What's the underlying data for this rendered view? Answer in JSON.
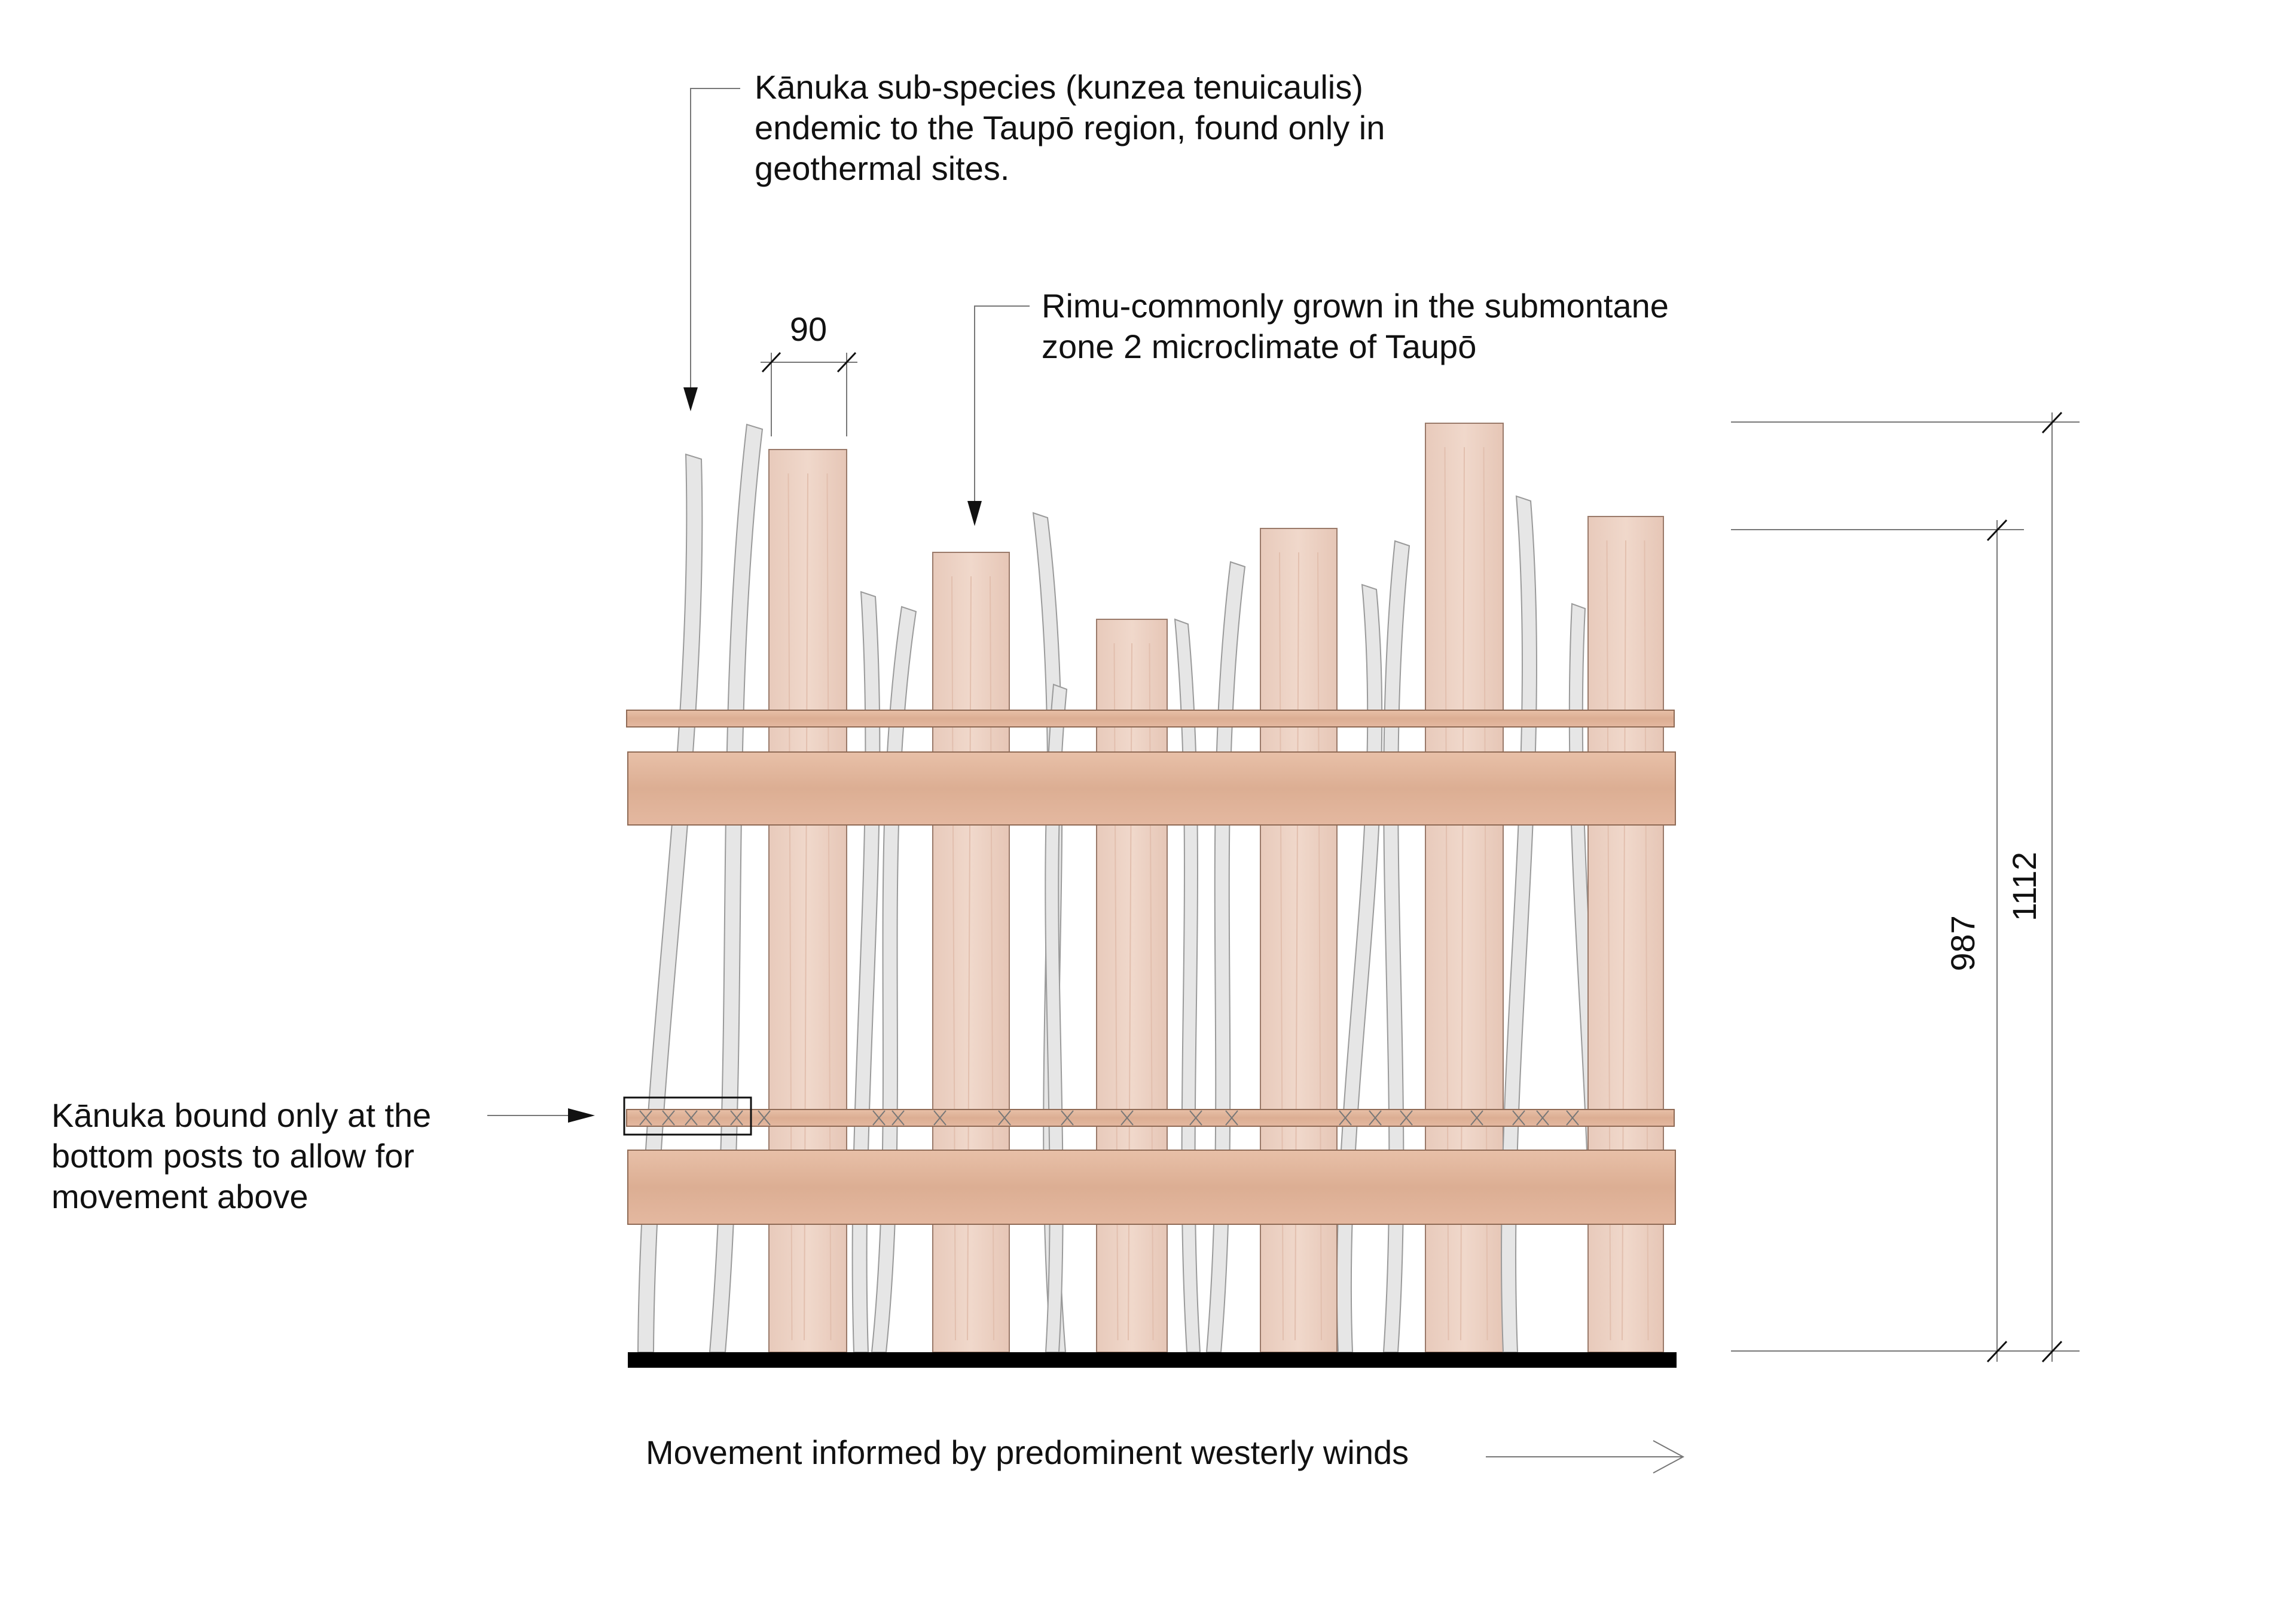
{
  "annotations": {
    "kanuka_species": {
      "lines": [
        "Kānuka sub-species (kunzea tenuicaulis)",
        "endemic to the Taupō region, found only in",
        "geothermal sites."
      ]
    },
    "rimu": {
      "lines": [
        "Rimu-commonly grown in the submontane",
        "zone 2 microclimate of Taupō"
      ]
    },
    "kanuka_bound": {
      "lines": [
        "Kānuka bound only at the",
        "bottom posts to allow for",
        "movement above"
      ]
    },
    "wind": {
      "text": "Movement informed by predominent westerly winds"
    }
  },
  "dimensions": {
    "post_width": "90",
    "inner_height": "987",
    "total_height": "1112"
  },
  "colors": {
    "rimu_post": "#edd2c4",
    "rimu_post_edge": "#9a7a6a",
    "rail": "#e3b69c",
    "rail_edge": "#8f6a55",
    "kanuka_stick": "#e6e6e6",
    "kanuka_edge": "#9a9a9a",
    "ground": "#000000",
    "line": "#111111",
    "leader_line": "#777777"
  }
}
